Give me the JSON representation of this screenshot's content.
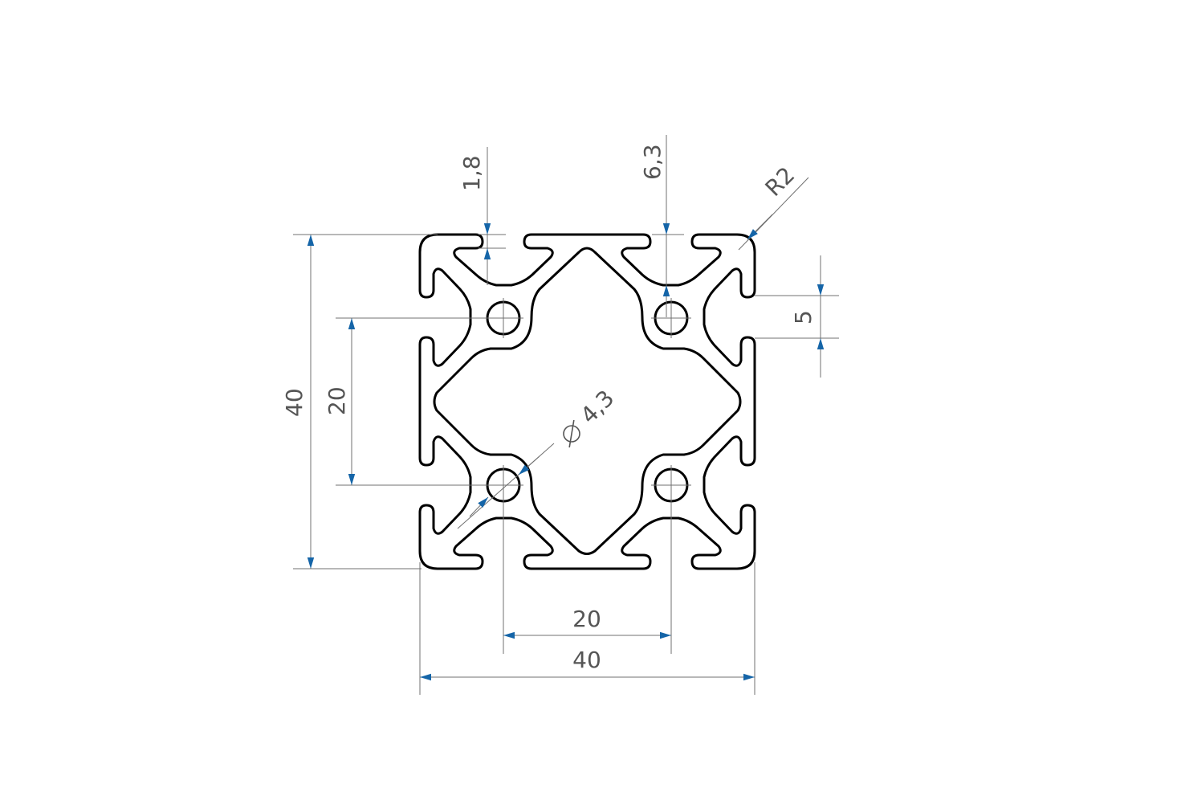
{
  "drawing": {
    "accent_color": "#1565a8",
    "dimensions": {
      "slot_lip": "1,8",
      "slot_depth": "6,3",
      "corner_radius": "R2",
      "slot_width": "5",
      "overall_height": "40",
      "hole_spacing_vertical": "20",
      "hole_diameter": "4,3",
      "hole_spacing_horizontal": "20",
      "overall_width": "40"
    },
    "symbols": {
      "diameter_symbol": "diameter-icon"
    }
  }
}
